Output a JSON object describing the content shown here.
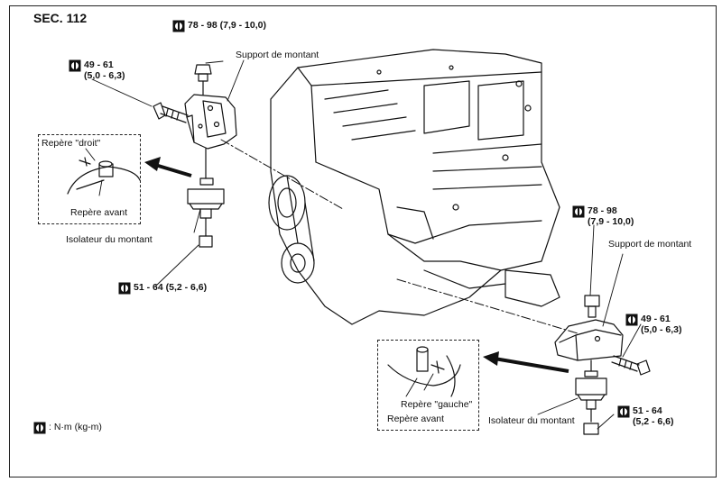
{
  "section": "SEC. 112",
  "torques": {
    "top_nut": {
      "value": "78 - 98 (7,9 - 10,0)"
    },
    "left_bolt": {
      "line1": "49 - 61",
      "line2": "(5,0 - 6,3)"
    },
    "left_lower_nut": {
      "value": "51 - 64 (5,2 - 6,6)"
    },
    "right_top_nut": {
      "line1": "78 - 98",
      "line2": "(7,9 - 10,0)"
    },
    "right_bolt": {
      "line1": "49 - 61",
      "line2": "(5,0 - 6,3)"
    },
    "right_lower_nut": {
      "line1": "51 - 64",
      "line2": "(5,2 - 6,6)"
    }
  },
  "labels": {
    "support_left": "Support de montant",
    "support_right": "Support de montant",
    "isolator_left": "Isolateur du montant",
    "isolator_right": "Isolateur du montant",
    "mark_right": "Repère \"droit\"",
    "mark_front_left": "Repère avant",
    "mark_left": "Repère \"gauche\"",
    "mark_front_right": "Repère avant"
  },
  "legend": {
    "symbol_name": "torque-wrench-icon",
    "text": ": N·m (kg-m)"
  }
}
